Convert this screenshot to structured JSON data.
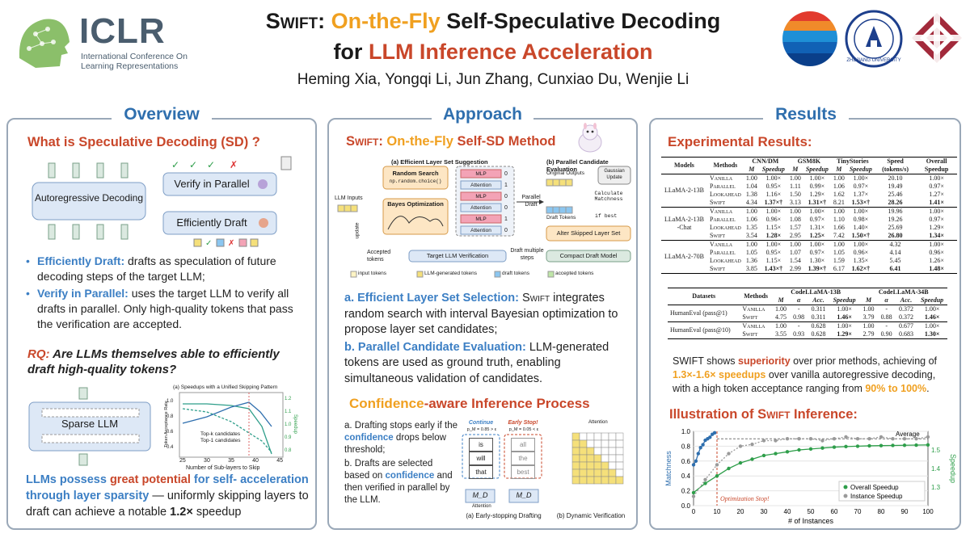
{
  "header": {
    "iclr_word": "ICLR",
    "iclr_sub1": "International Conference On",
    "iclr_sub2": "Learning Representations",
    "title_swift": "Swift",
    "title_colon": ":",
    "title_onfly": "On-the-Fly",
    "title_rest1": "Self-Speculative Decoding",
    "title_for": "for",
    "title_llm": "LLM Inference Acceleration",
    "authors": "Heming Xia, Yongqi Li, Jun Zhang, Cunxiao Du, Wenjie Li",
    "logo_right_2_text": "ZHEJIANG UNIVERSITY"
  },
  "overview": {
    "title": "Overview",
    "what_is": "What is Speculative Decoding (SD) ?",
    "diag_autoregressive": "Autoregressive Decoding",
    "diag_verify": "Verify in Parallel",
    "diag_draft": "Efficiently Draft",
    "b1_head": "Efficiently Draft:",
    "b1_text": "drafts as speculation of future decoding steps of the target LLM;",
    "b2_head": "Verify in Parallel:",
    "b2_text": "uses the target LLM to verify all drafts in parallel. Only high-quality tokens that pass the verification are accepted.",
    "rq_head": "RQ:",
    "rq_text": "Are LLMs themselves able to efficiently draft high-quality tokens?",
    "sparse_llm": "Sparse LLM",
    "mini_chart_title": "(a) Speedups with a Unified Skipping Pattern",
    "mini_legend1": "Top-k candidates",
    "mini_legend2": "Top-1 candidates",
    "mini_xlabel": "Number of Sub-layers to Skip",
    "mini_ylabel_left": "Token Acceptance Rate",
    "mini_ylabel_right": "Speedup",
    "mini_xticks": [
      "25",
      "30",
      "35",
      "40",
      "45"
    ],
    "mini_yleft_ticks": [
      "1.0",
      "0.8",
      "0.6",
      "0.4"
    ],
    "mini_yright_ticks": [
      "1.2",
      "1.1",
      "1.0",
      "0.9",
      "0.8"
    ],
    "c1": "LLMs possess",
    "c2": "great potential",
    "c3": "for self- acceleration through layer sparsity",
    "c4": "— uniformly skipping layers to draft can achieve a notable",
    "c5": "1.2×",
    "c6": "speedup"
  },
  "approach": {
    "title": "Approach",
    "method_swift": "Swift",
    "method_colon": ":",
    "method_onfly": "On-the-Fly",
    "method_rest": "Self-SD Method",
    "fig_a": "(a) Efficient Layer Set Suggestion",
    "fig_b": "(b) Parallel Candidate Evaluation",
    "random_search": "Random Search",
    "np_random": "np.random.choice()",
    "bayes": "Bayes Optimization",
    "llm_inputs": "LLM Inputs",
    "update": "update",
    "mlp": "MLP",
    "attention": "Attention",
    "layer_bits": [
      "0",
      "1",
      "0",
      "0",
      "1",
      "0"
    ],
    "parallel_draft": "Parallel Draft",
    "original_outputs": "Original Outputs",
    "gaussian": "Gaussian Update",
    "calc": "Calculate Matchness",
    "ifbest": "if best",
    "draft_tokens": "Draft Tokens",
    "alter": "Alter Skipped Layer Set",
    "accepted_tokens": "Accepted tokens",
    "target_verif": "Target LLM Verification",
    "draft_multi": "Draft multiple steps",
    "compact": "Compact Draft Model",
    "legend": [
      "input tokens",
      "LLM-generated tokens",
      "draft tokens",
      "accepted tokens"
    ],
    "a_head": "a. Efficient Layer Set Selection:",
    "a_text1": "Swift",
    "a_text2": "integrates random search with interval Bayesian optimization to propose layer set candidates;",
    "b_head": "b. Parallel Candidate Evaluation:",
    "b_text": "LLM-generated tokens are used as ground truth, enabling simultaneous validation of candidates.",
    "conf_title1": "Confidence",
    "conf_title2": "-aware Inference Process",
    "ca_1": "a. Drafting stops early if the",
    "ca_conf": "confidence",
    "ca_2": "drops below threshold;",
    "cb_1": "b. Drafts are selected based on",
    "cb_conf": "confidence",
    "cb_2": "and then verified in parallel by the LLM.",
    "continue": "Continue",
    "early_stop": "Early Stop!",
    "p_cont": "p_M = 0.85 > ε",
    "p_stop": "p_M = 0.05 < ε",
    "words_left": [
      "is",
      "will",
      "that"
    ],
    "words_right": [
      "all",
      "the",
      "best"
    ],
    "md": "M_D",
    "attn": "Attention",
    "cap_a": "(a) Early-stopping Drafting",
    "cap_b": "(b) Dynamic Verification"
  },
  "results": {
    "title": "Results",
    "exp_title": "Experimental Results:",
    "table1_header": [
      "Models",
      "Methods",
      "CNN/DM",
      "GSM8K",
      "TinyStories",
      "Speed (tokens/s)",
      "Overall Speedup"
    ],
    "table1_sub": [
      "M",
      "Speedup",
      "M",
      "Speedup",
      "M",
      "Speedup"
    ],
    "table1_groups": [
      {
        "model": "LLaMA-2-13B",
        "rows": [
          [
            "Vanilla",
            "1.00",
            "1.00×",
            "1.00",
            "1.00×",
            "1.00",
            "1.00×",
            "20.10",
            "1.00×"
          ],
          [
            "Parallel",
            "1.04",
            "0.95×",
            "1.11",
            "0.99×",
            "1.06",
            "0.97×",
            "19.49",
            "0.97×"
          ],
          [
            "Lookahead",
            "1.38",
            "1.16×",
            "1.50",
            "1.29×",
            "1.62",
            "1.37×",
            "25.46",
            "1.27×"
          ],
          [
            "Swift",
            "4.34",
            "1.37×†",
            "3.13",
            "1.31×†",
            "8.21",
            "1.53×†",
            "28.26",
            "1.41×"
          ]
        ]
      },
      {
        "model": "LLaMA-2-13B -Chat",
        "rows": [
          [
            "Vanilla",
            "1.00",
            "1.00×",
            "1.00",
            "1.00×",
            "1.00",
            "1.00×",
            "19.96",
            "1.00×"
          ],
          [
            "Parallel",
            "1.06",
            "0.96×",
            "1.08",
            "0.97×",
            "1.10",
            "0.98×",
            "19.26",
            "0.97×"
          ],
          [
            "Lookahead",
            "1.35",
            "1.15×",
            "1.57",
            "1.31×",
            "1.66",
            "1.40×",
            "25.69",
            "1.29×"
          ],
          [
            "Swift",
            "3.54",
            "1.28×",
            "2.95",
            "1.25×",
            "7.42",
            "1.50×†",
            "26.80",
            "1.34×"
          ]
        ]
      },
      {
        "model": "LLaMA-2-70B",
        "rows": [
          [
            "Vanilla",
            "1.00",
            "1.00×",
            "1.00",
            "1.00×",
            "1.00",
            "1.00×",
            "4.32",
            "1.00×"
          ],
          [
            "Parallel",
            "1.05",
            "0.95×",
            "1.07",
            "0.97×",
            "1.05",
            "0.96×",
            "4.14",
            "0.96×"
          ],
          [
            "Lookahead",
            "1.36",
            "1.15×",
            "1.54",
            "1.30×",
            "1.59",
            "1.35×",
            "5.45",
            "1.26×"
          ],
          [
            "Swift",
            "3.85",
            "1.43×†",
            "2.99",
            "1.39×†",
            "6.17",
            "1.62×†",
            "6.41",
            "1.48×"
          ]
        ]
      }
    ],
    "table2_header": [
      "Datasets",
      "Methods",
      "CodeLLaMA-13B",
      "CodeLLaMA-34B"
    ],
    "table2_sub": [
      "M",
      "α",
      "Acc.",
      "Speedup",
      "M",
      "α",
      "Acc.",
      "Speedup"
    ],
    "table2_groups": [
      {
        "dataset": "HumanEval (pass@1)",
        "rows": [
          [
            "Vanilla",
            "1.00",
            "-",
            "0.311",
            "1.00×",
            "1.00",
            "-",
            "0.372",
            "1.00×"
          ],
          [
            "Swift",
            "4.75",
            "0.98",
            "0.311",
            "1.46×",
            "3.79",
            "0.88",
            "0.372",
            "1.46×"
          ]
        ]
      },
      {
        "dataset": "HumanEval (pass@10)",
        "rows": [
          [
            "Vanilla",
            "1.00",
            "-",
            "0.628",
            "1.00×",
            "1.00",
            "-",
            "0.677",
            "1.00×"
          ],
          [
            "Swift",
            "3.55",
            "0.93",
            "0.628",
            "1.29×",
            "2.79",
            "0.90",
            "0.683",
            "1.30×"
          ]
        ]
      }
    ],
    "sum1": "SWIFT shows",
    "sum2": "superiority",
    "sum3": "over prior methods, achieving of",
    "sum4": "1.3×-1.6× speedups",
    "sum5": "over vanilla autoregressive decoding, with a high token acceptance ranging from",
    "sum6": "90% to 100%",
    "sum7": ".",
    "illus1": "Illustration of",
    "illus2": "Swift",
    "illus3": "Inference:"
  },
  "chart_data": {
    "type": "scatter",
    "xlabel": "# of Instances",
    "ylabel": "Matchness",
    "ylabel_right": "Speedup",
    "xlim": [
      0,
      100
    ],
    "ylim": [
      0.0,
      1.0
    ],
    "ylim_right": [
      1.2,
      1.6
    ],
    "xticks": [
      0,
      10,
      20,
      30,
      40,
      50,
      60,
      70,
      80,
      90,
      100
    ],
    "yticks": [
      0.0,
      0.2,
      0.4,
      0.6,
      0.8,
      1.0
    ],
    "yticks_right": [
      1.3,
      1.4,
      1.5
    ],
    "annotations": [
      "Optimization Stop!",
      "Average"
    ],
    "legend_placement": "bottom-right",
    "colors": {
      "matchness": "#2f6fae",
      "overall": "#2e9e4a",
      "instance": "#9a9a9a"
    },
    "series": [
      {
        "name": "Matchness",
        "axis": "left",
        "x": [
          0,
          1,
          2,
          3,
          4,
          5,
          6,
          7,
          8,
          9
        ],
        "y": [
          0.55,
          0.6,
          0.7,
          0.78,
          0.82,
          0.88,
          0.9,
          0.92,
          0.96,
          0.98
        ]
      },
      {
        "name": "Overall Speedup",
        "axis": "right",
        "x": [
          0,
          5,
          10,
          15,
          20,
          25,
          30,
          35,
          40,
          45,
          50,
          55,
          60,
          65,
          70,
          75,
          80,
          85,
          90,
          95,
          100
        ],
        "y": [
          1.27,
          1.32,
          1.36,
          1.4,
          1.43,
          1.45,
          1.47,
          1.48,
          1.49,
          1.5,
          1.505,
          1.51,
          1.515,
          1.518,
          1.52,
          1.522,
          1.523,
          1.524,
          1.525,
          1.526,
          1.527
        ]
      },
      {
        "name": "Instance Speedup",
        "axis": "right",
        "x": [
          0,
          5,
          10,
          15,
          20,
          25,
          30,
          35,
          40,
          45,
          50,
          55,
          60,
          65,
          70,
          75,
          80,
          85,
          90,
          95,
          100
        ],
        "y": [
          1.25,
          1.34,
          1.42,
          1.48,
          1.52,
          1.53,
          1.55,
          1.55,
          1.56,
          1.56,
          1.56,
          1.55,
          1.56,
          1.57,
          1.56,
          1.56,
          1.57,
          1.56,
          1.56,
          1.56,
          1.57
        ]
      }
    ]
  }
}
